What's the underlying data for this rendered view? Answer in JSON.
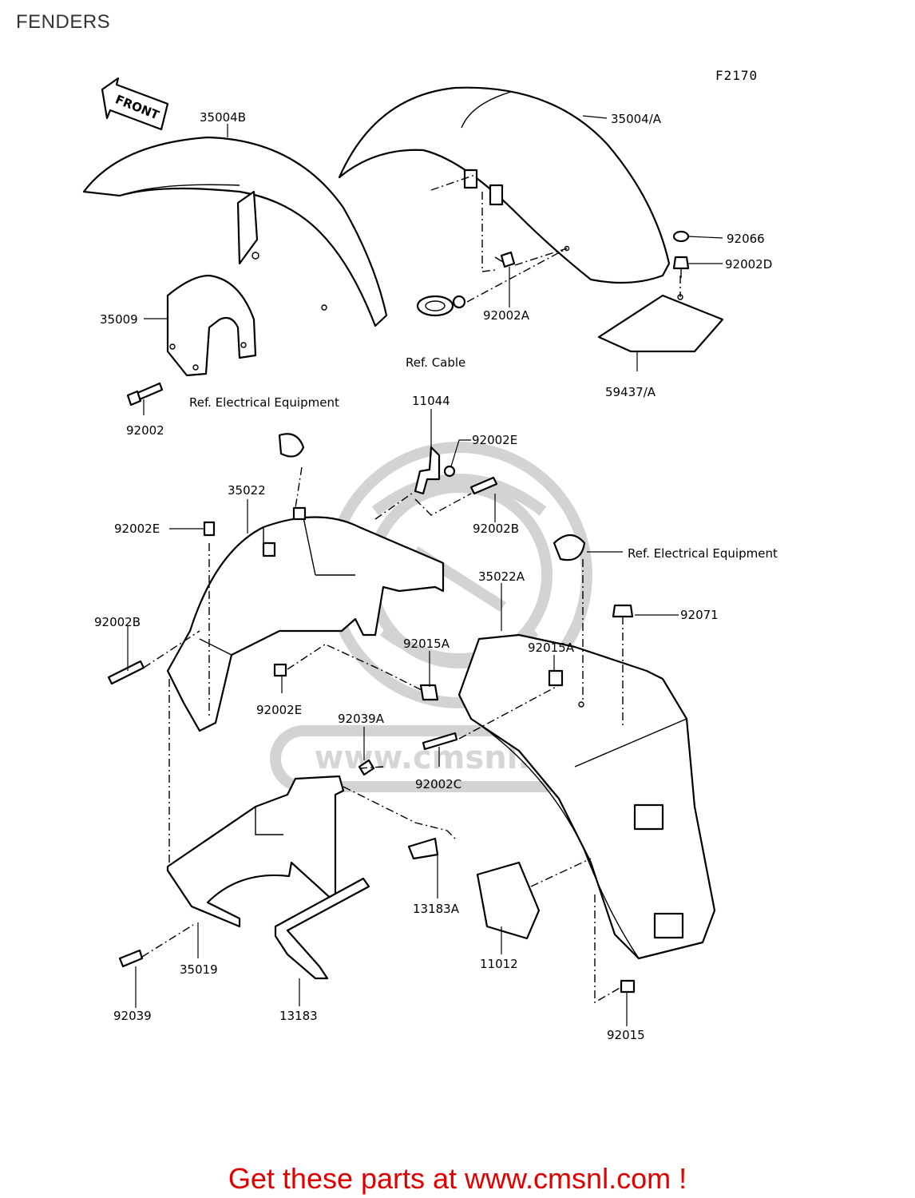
{
  "page": {
    "title": "FENDERS",
    "footer": "Get these parts at www.cmsnl.com !"
  },
  "diagram": {
    "figure_code": "F2170",
    "front_arrow": "FRONT",
    "watermark": "www.cmsnl.com",
    "callouts": {
      "p35004B": "35004B",
      "p35004A": "35004/A",
      "p92066": "92066",
      "p92002D": "92002D",
      "p35009": "35009",
      "p92002A": "92002A",
      "ref_cable": "Ref. Cable",
      "p59437A": "59437/A",
      "p92002": "92002",
      "ref_elec_1": "Ref. Electrical Equipment",
      "p11044": "11044",
      "p92002E_top": "92002E",
      "p35022": "35022",
      "p92002B_top": "92002B",
      "p92002E_left": "92002E",
      "ref_elec_2": "Ref. Electrical Equipment",
      "p35022A": "35022A",
      "p92071": "92071",
      "p92002B_left": "92002B",
      "p92015A_1": "92015A",
      "p92015A_2": "92015A",
      "p92002E_mid": "92002E",
      "p92039A": "92039A",
      "p92002C": "92002C",
      "p13183A": "13183A",
      "p11012": "11012",
      "p35019": "35019",
      "p92039": "92039",
      "p13183": "13183",
      "p92015": "92015"
    }
  }
}
